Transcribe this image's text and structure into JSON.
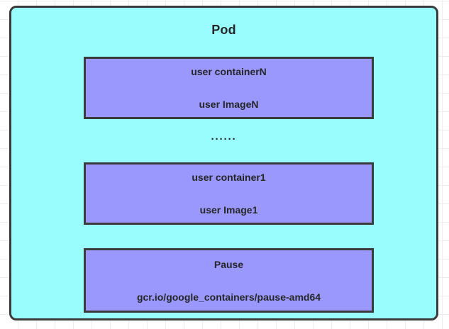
{
  "diagram": {
    "title": "Pod",
    "colors": {
      "pod_fill": "#99fdfd",
      "container_fill": "#9a98fd",
      "border": "#3b3b3b",
      "text": "#262626",
      "grid": "#ededed",
      "page_background": "#ffffff"
    },
    "ellipsis": "······",
    "containers": [
      {
        "name": "user containerN",
        "image": "user ImageN"
      },
      {
        "name": "user container1",
        "image": "user Image1"
      },
      {
        "name": "Pause",
        "image": "gcr.io/google_containers/pause-amd64"
      }
    ]
  }
}
